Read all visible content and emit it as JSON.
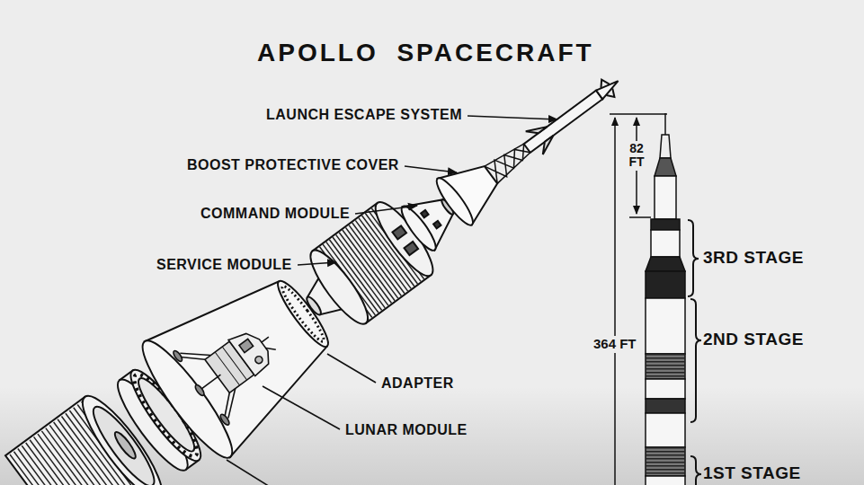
{
  "diagram": {
    "title": "APOLLO SPACECRAFT",
    "labels": [
      "LAUNCH ESCAPE SYSTEM",
      "BOOST PROTECTIVE COVER",
      "COMMAND MODULE",
      "SERVICE MODULE",
      "82 FT",
      "3RD STAGE",
      "364 FT",
      "2ND STAGE",
      "ADAPTER",
      "LUNAR MODULE",
      "1ST STAGE"
    ]
  }
}
